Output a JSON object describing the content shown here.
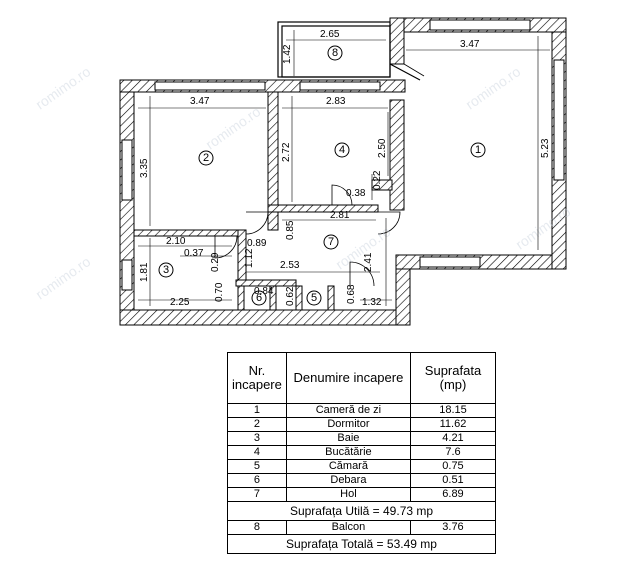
{
  "watermark": "romimo.ro",
  "plan": {
    "rooms": [
      "1",
      "2",
      "3",
      "4",
      "5",
      "6",
      "7",
      "8"
    ],
    "dimensions": {
      "d_265": "2.65",
      "d_142": "1.42",
      "d_347_top": "3.47",
      "d_347_left": "3.47",
      "d_283": "2.83",
      "d_523": "5.23",
      "d_335": "3.35",
      "d_272": "2.72",
      "d_250": "2.50",
      "d_022": "0.22",
      "d_038": "0.38",
      "d_281": "2.81",
      "d_085": "0.85",
      "d_210": "2.10",
      "d_089": "0.89",
      "d_037": "0.37",
      "d_112": "1.12",
      "d_029": "0.29",
      "d_253": "2.53",
      "d_241": "2.41",
      "d_181": "1.81",
      "d_070": "0.70",
      "d_084": "0.84",
      "d_062": "0.62",
      "d_068": "0.68",
      "d_225": "2.25",
      "d_132": "1.32"
    }
  },
  "table": {
    "headers": {
      "nr": "Nr. incapere",
      "name": "Denumire incapere",
      "area": "Suprafata (mp)"
    },
    "rows": [
      {
        "nr": "1",
        "name": "Cameră de zi",
        "area": "18.15"
      },
      {
        "nr": "2",
        "name": "Dormitor",
        "area": "11.62"
      },
      {
        "nr": "3",
        "name": "Baie",
        "area": "4.21"
      },
      {
        "nr": "4",
        "name": "Bucătărie",
        "area": "7.6"
      },
      {
        "nr": "5",
        "name": "Cămară",
        "area": "0.75"
      },
      {
        "nr": "6",
        "name": "Debara",
        "area": "0.51"
      },
      {
        "nr": "7",
        "name": "Hol",
        "area": "6.89"
      }
    ],
    "useful_area": "Suprafața Utilă = 49.73 mp",
    "balcony": {
      "nr": "8",
      "name": "Balcon",
      "area": "3.76"
    },
    "total_area": "Suprafața Totală = 53.49 mp"
  }
}
